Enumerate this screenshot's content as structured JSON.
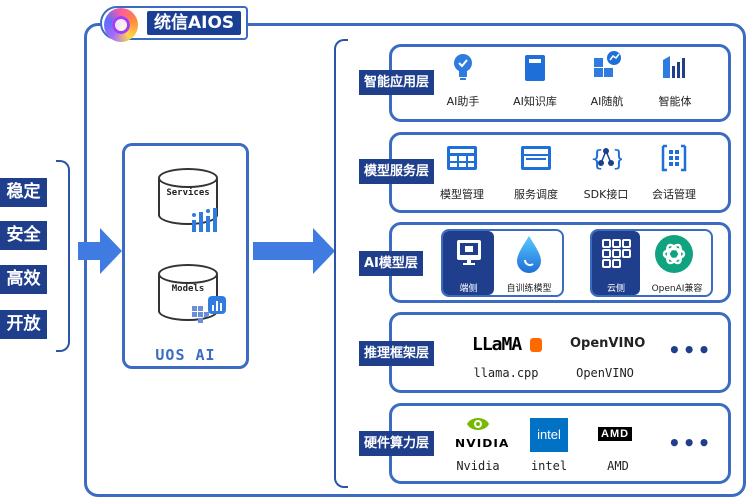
{
  "title": "统信AIOS",
  "pillars": [
    "稳定",
    "安全",
    "高效",
    "开放"
  ],
  "core": {
    "label": "UOS AI",
    "services": "Services",
    "models": "Models"
  },
  "layers": {
    "app": {
      "label": "智能应用层",
      "items": [
        "AI助手",
        "AI知识库",
        "AI随航",
        "智能体"
      ]
    },
    "service": {
      "label": "模型服务层",
      "items": [
        "模型管理",
        "服务调度",
        "SDK接口",
        "会话管理"
      ]
    },
    "model": {
      "label": "AI模型层",
      "left_group": {
        "tile": "端侧",
        "item": "自训练模型"
      },
      "right_group": {
        "tile": "云侧",
        "item": "OpenAI兼容"
      }
    },
    "framework": {
      "label": "推理框架层",
      "logos": [
        "LLaMA",
        "OpenVINO"
      ],
      "items": [
        "llama.cpp",
        "OpenVINO"
      ],
      "more": "•••"
    },
    "hardware": {
      "label": "硬件算力层",
      "logos": [
        "NVIDIA",
        "intel",
        "AMD"
      ],
      "items": [
        "Nvidia",
        "intel",
        "AMD"
      ],
      "more": "•••"
    }
  },
  "colors": {
    "primary": "#1f3f8c",
    "accent": "#3b6cc2",
    "arrow": "#3f7be0",
    "nvidia": "#76b900",
    "intel": "#0071c5",
    "openai": "#10a37f"
  }
}
